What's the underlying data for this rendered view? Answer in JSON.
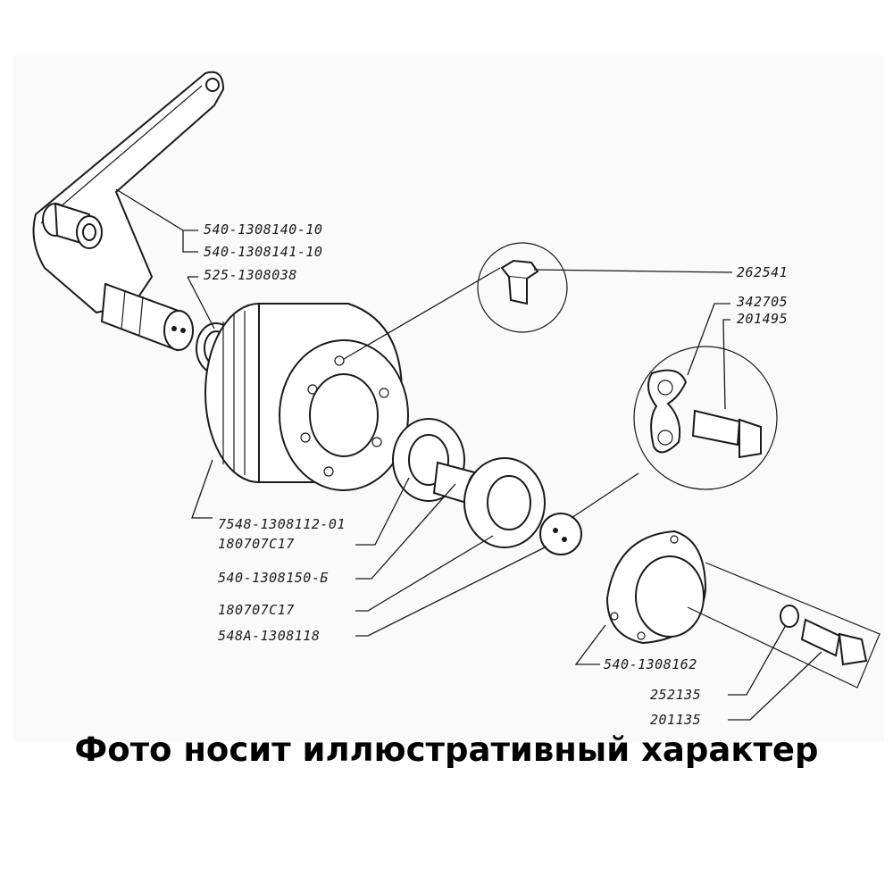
{
  "labels": {
    "lever_1": "540-1308140-10",
    "lever_2": "540-1308141-10",
    "spacer": "525-1308038",
    "plug": "262541",
    "washer_lock": "342705",
    "bolt_1": "201495",
    "pulley": "7548-1308112-01",
    "bearing_1": "180707С17",
    "sleeve": "540-1308150-Б",
    "bearing_2": "180707С17",
    "washer": "548А-1308118",
    "cap": "540-1308162",
    "spring_washer": "252135",
    "bolt_2": "201135"
  },
  "caption": "Фото носит иллюстративный характер"
}
